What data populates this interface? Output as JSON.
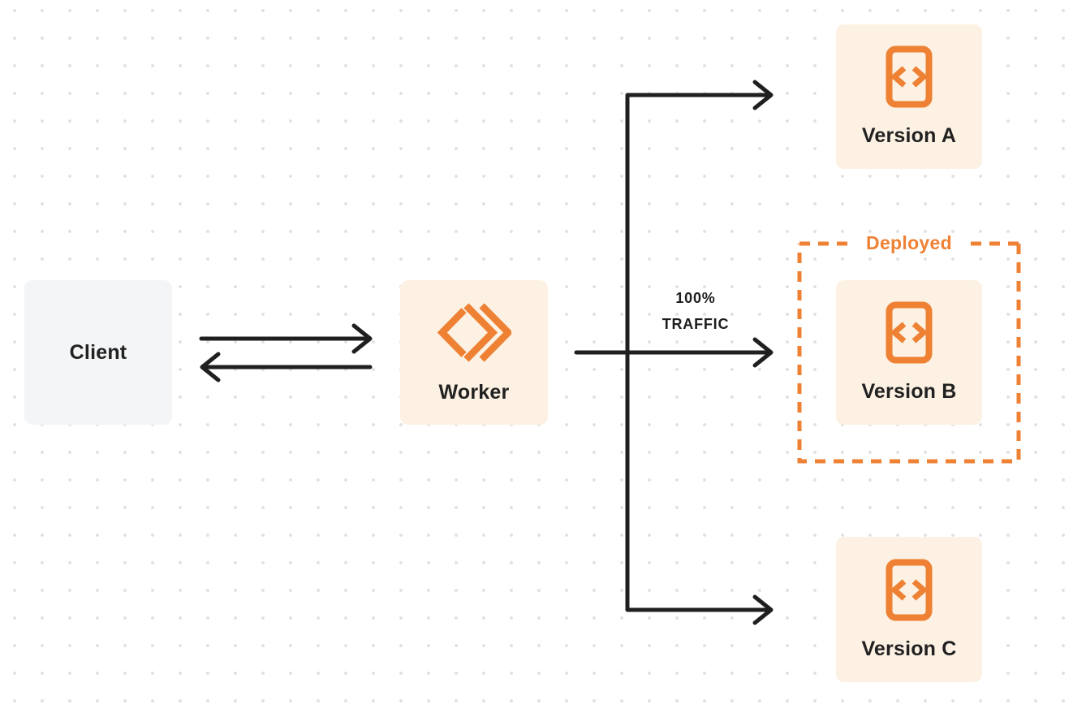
{
  "nodes": {
    "client": {
      "label": "Client"
    },
    "worker": {
      "label": "Worker"
    },
    "version_a": {
      "label": "Version A"
    },
    "version_b": {
      "label": "Version B"
    },
    "version_c": {
      "label": "Version C"
    }
  },
  "annotations": {
    "deployed": "Deployed",
    "traffic": {
      "line1": "100%",
      "line2": "TRAFFIC"
    }
  },
  "icons": {
    "worker_icon": "workers-logo-icon",
    "version_icon": "code-document-icon"
  },
  "edges": [
    {
      "from": "client",
      "to": "worker",
      "label": ""
    },
    {
      "from": "worker",
      "to": "client",
      "label": ""
    },
    {
      "from": "worker",
      "to": "version_a",
      "label": ""
    },
    {
      "from": "worker",
      "to": "version_b",
      "label": "100% TRAFFIC"
    },
    {
      "from": "worker",
      "to": "version_c",
      "label": ""
    }
  ],
  "colors": {
    "accent_orange": "#EE8133",
    "node_cream": "#FCF1E2",
    "node_gray": "#F4F5F6",
    "connector_dark": "#1F1F1F",
    "text_dark": "#212121",
    "dot_grid": "#E0E0E0",
    "background": "#FFFFFF"
  }
}
